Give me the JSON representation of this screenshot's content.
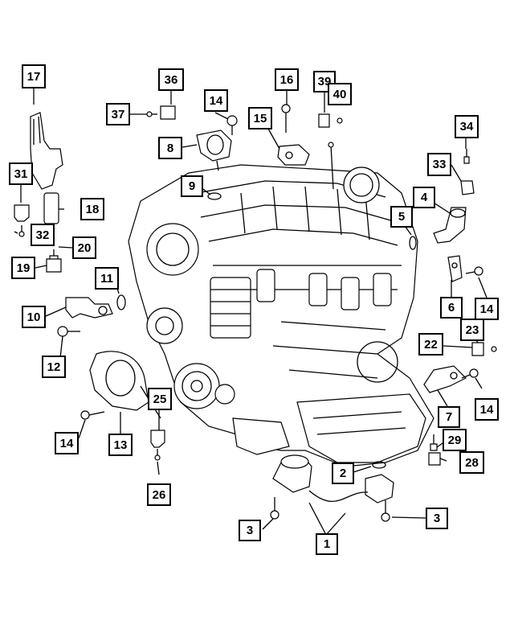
{
  "diagram": {
    "callouts": [
      {
        "id": "c17",
        "label": "17"
      },
      {
        "id": "c36",
        "label": "36"
      },
      {
        "id": "c16",
        "label": "16"
      },
      {
        "id": "c39",
        "label": "39"
      },
      {
        "id": "c40",
        "label": "40"
      },
      {
        "id": "c37",
        "label": "37"
      },
      {
        "id": "c14a",
        "label": "14"
      },
      {
        "id": "c15",
        "label": "15"
      },
      {
        "id": "c34",
        "label": "34"
      },
      {
        "id": "c8",
        "label": "8"
      },
      {
        "id": "c33",
        "label": "33"
      },
      {
        "id": "c31",
        "label": "31"
      },
      {
        "id": "c9",
        "label": "9"
      },
      {
        "id": "c4",
        "label": "4"
      },
      {
        "id": "c18",
        "label": "18"
      },
      {
        "id": "c5",
        "label": "5"
      },
      {
        "id": "c32",
        "label": "32"
      },
      {
        "id": "c20",
        "label": "20"
      },
      {
        "id": "c19",
        "label": "19"
      },
      {
        "id": "c11",
        "label": "11"
      },
      {
        "id": "c6",
        "label": "6"
      },
      {
        "id": "c14b",
        "label": "14"
      },
      {
        "id": "c10",
        "label": "10"
      },
      {
        "id": "c23",
        "label": "23"
      },
      {
        "id": "c22",
        "label": "22"
      },
      {
        "id": "c12",
        "label": "12"
      },
      {
        "id": "c25",
        "label": "25"
      },
      {
        "id": "c14c",
        "label": "14"
      },
      {
        "id": "c7",
        "label": "7"
      },
      {
        "id": "c14d",
        "label": "14"
      },
      {
        "id": "c13",
        "label": "13"
      },
      {
        "id": "c29",
        "label": "29"
      },
      {
        "id": "c2",
        "label": "2"
      },
      {
        "id": "c28",
        "label": "28"
      },
      {
        "id": "c26",
        "label": "26"
      },
      {
        "id": "c3a",
        "label": "3"
      },
      {
        "id": "c3b",
        "label": "3"
      },
      {
        "id": "c1",
        "label": "1"
      }
    ]
  }
}
